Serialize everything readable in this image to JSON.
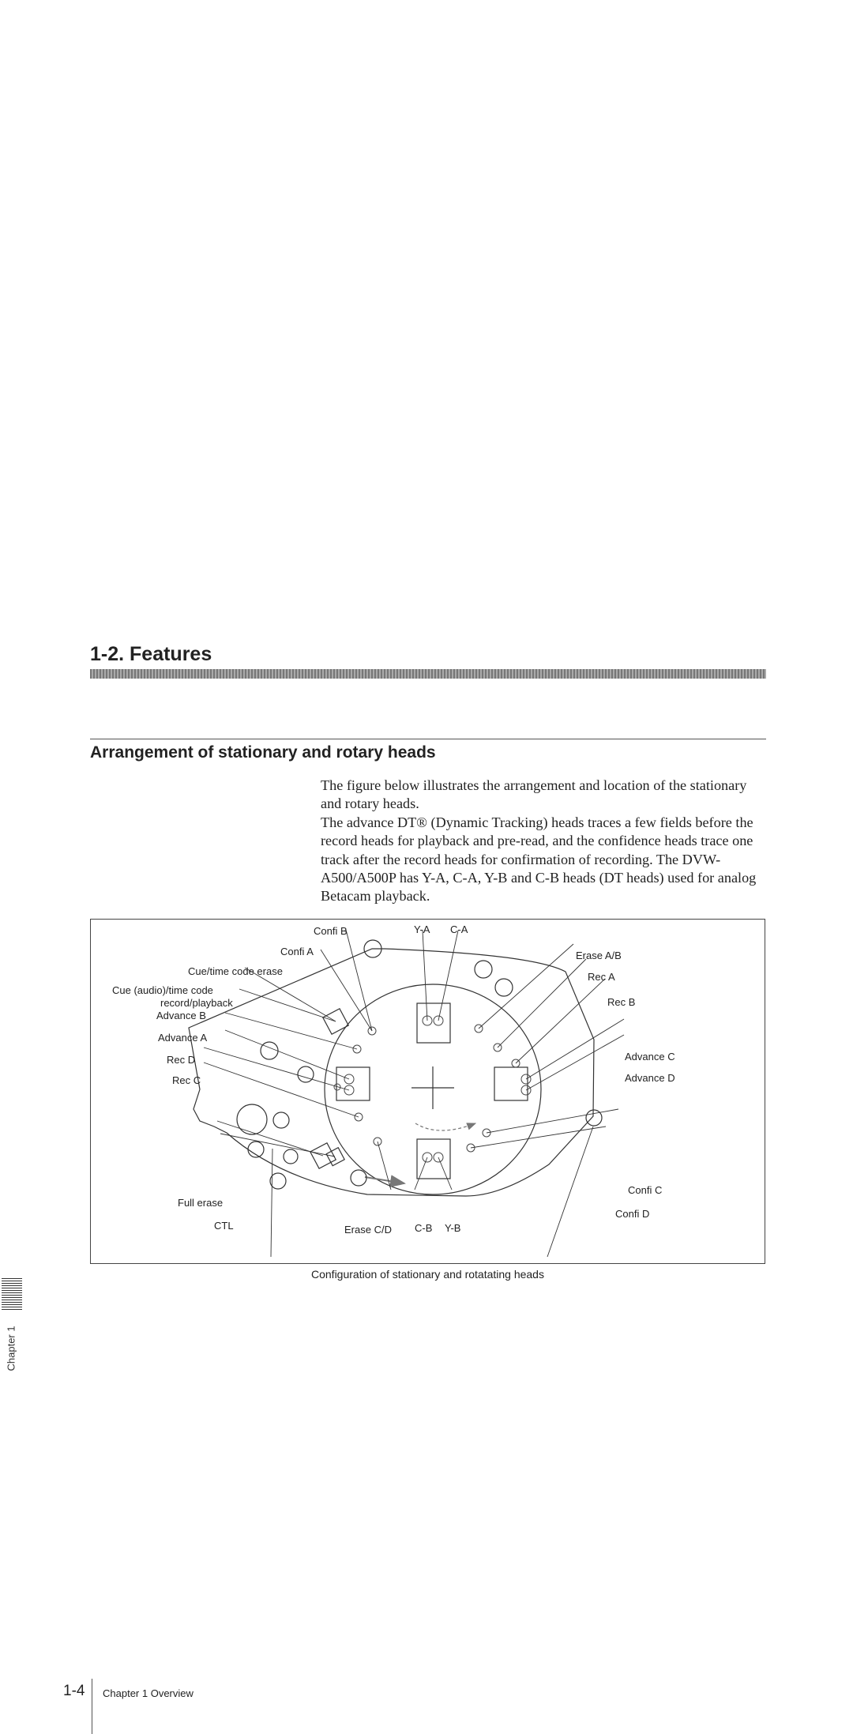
{
  "sidebar": {
    "chapter_label": "Chapter 1"
  },
  "section": {
    "title": "1-2. Features"
  },
  "subsection": {
    "title": "Arrangement of stationary and rotary heads"
  },
  "paragraphs": [
    "The figure below illustrates the arrangement and location of the stationary and rotary heads.",
    "The advance DT® (Dynamic Tracking) heads traces a few fields before the record heads for playback and pre-read, and the confidence heads trace one track after the record heads for confirmation of recording. The DVW-A500/A500P has Y-A, C-A, Y-B and C-B heads (DT heads) used for analog Betacam playback."
  ],
  "figure": {
    "labels": {
      "confi_b": "Confi B",
      "y_a": "Y-A",
      "c_a": "C-A",
      "confi_a": "Confi A",
      "cue_tc_erase": "Cue/time code erase",
      "cue_audio_1": "Cue (audio)/time code",
      "cue_audio_2": "record/playback",
      "advance_b": "Advance B",
      "advance_a": "Advance A",
      "rec_d": "Rec D",
      "rec_c": "Rec C",
      "full_erase": "Full erase",
      "ctl": "CTL",
      "erase_cd": "Erase C/D",
      "c_b": "C-B",
      "y_b": "Y-B",
      "erase_ab": "Erase A/B",
      "rec_a": "Rec A",
      "rec_b": "Rec B",
      "advance_c": "Advance C",
      "advance_d": "Advance D",
      "confi_c": "Confi C",
      "confi_d": "Confi D"
    },
    "caption": "Configuration of stationary and rotatating heads"
  },
  "footer": {
    "page_number": "1-4",
    "chapter": "Chapter 1 Overview"
  }
}
